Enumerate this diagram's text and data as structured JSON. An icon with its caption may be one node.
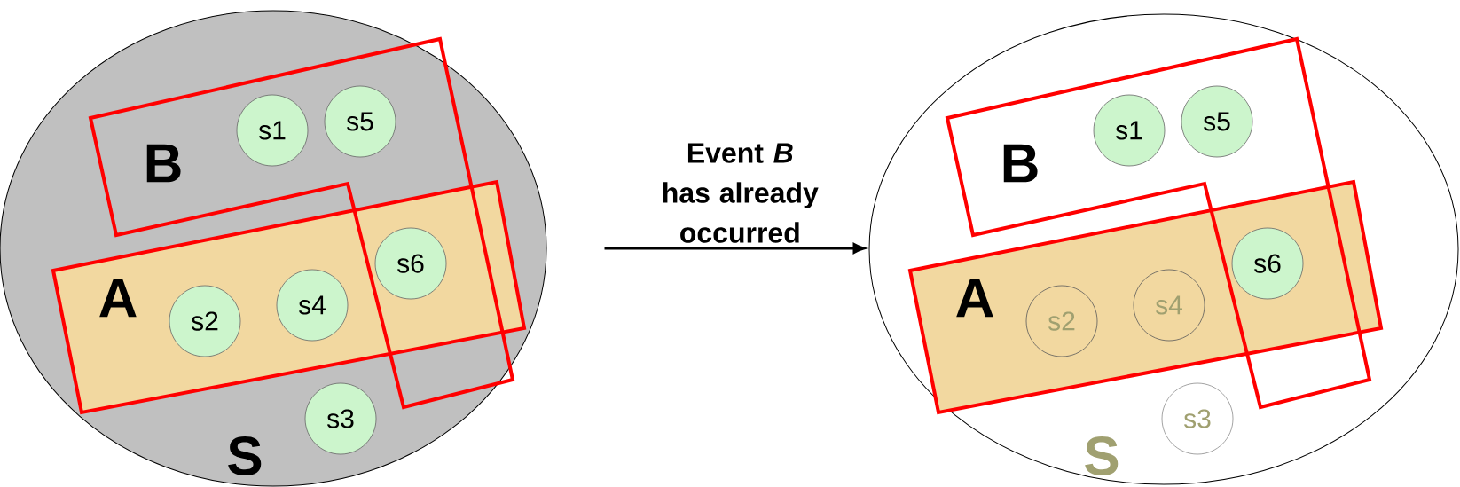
{
  "diagram": {
    "nodes": [
      {
        "text": [
          "S"
        ]
      },
      {
        "text": [
          "B"
        ],
        "in": 0
      },
      {
        "text": [
          "A"
        ],
        "in": 0
      },
      {
        "text": [
          "s1"
        ],
        "in": 1
      },
      {
        "text": [
          "s5"
        ],
        "in": 1
      },
      {
        "text": [
          "s6"
        ],
        "in": 2
      },
      {
        "text": [
          "s2"
        ],
        "in": 2
      },
      {
        "text": [
          "s4"
        ],
        "in": 2
      },
      {
        "text": [
          "s3"
        ],
        "in": 0
      },
      {
        "text": [
          "S"
        ]
      },
      {
        "text": [
          "B"
        ],
        "in": 9
      },
      {
        "text": [
          "A"
        ],
        "in": 9
      },
      {
        "text": [
          "s1"
        ],
        "in": 10
      },
      {
        "text": [
          "s5"
        ],
        "in": 10
      },
      {
        "text": [
          "s6"
        ],
        "in": 11
      },
      {
        "text": [
          "s2"
        ],
        "in": 11
      },
      {
        "text": [
          "s4"
        ],
        "in": 11
      },
      {
        "text": [
          "s3"
        ],
        "in": 9
      }
    ],
    "edges": [
      {
        "from": 0,
        "to": 9,
        "arrow": "to",
        "label": "Event *B* has already occurred"
      }
    ]
  }
}
